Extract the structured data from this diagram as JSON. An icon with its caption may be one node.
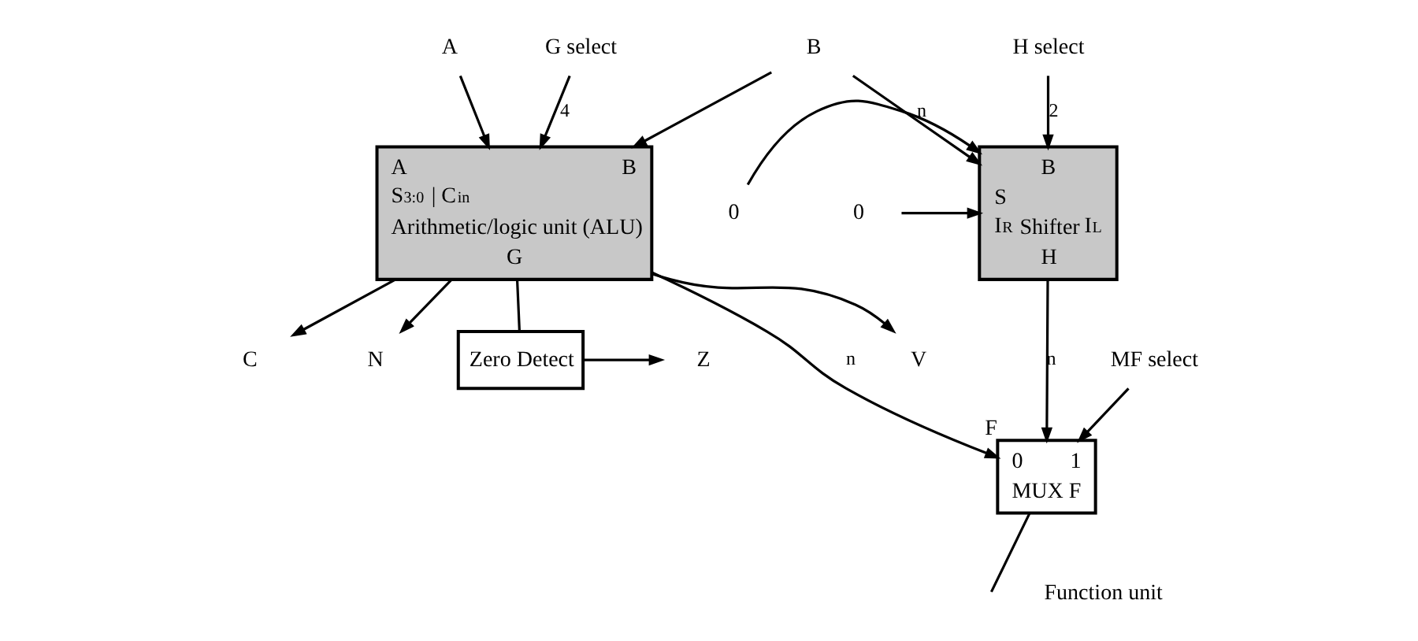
{
  "diagram": {
    "nodes": [
      {
        "text": [
          "A"
        ]
      },
      {
        "text": [
          "B"
        ]
      },
      {
        "text": [
          "G select"
        ]
      },
      {
        "text": [
          "A",
          "B",
          "S$_{3:0}$ | C$_{in}$",
          "Arithmetic/logic unit (ALU)",
          "G"
        ]
      },
      {
        "text": [
          "H select"
        ]
      },
      {
        "text": [
          "0"
        ]
      },
      {
        "text": [
          "B",
          "S",
          "I$_{R}$",
          "Shifter",
          "I$_{L}$",
          "H"
        ]
      },
      {
        "text": [
          "0"
        ]
      },
      {
        "text": [
          "V"
        ]
      },
      {
        "text": [
          "C"
        ]
      },
      {
        "text": [
          "N"
        ]
      },
      {
        "text": [
          "Z"
        ]
      },
      {
        "text": [
          "Zero Detect"
        ]
      },
      {
        "text": [
          "MF select"
        ]
      },
      {
        "text": [
          "0",
          "1",
          "MUX F"
        ],
        "beside": [
          "F"
        ]
      }
    ],
    "edges": [
      {
        "from": 0,
        "to": 3,
        "arrow": "to"
      },
      {
        "from": 1,
        "to": 3,
        "arrow": "to"
      },
      {
        "from": 1,
        "to": 6,
        "arrow": "to",
        "label": "n"
      },
      {
        "from": 2,
        "to": 3,
        "arrow": "to",
        "label": "4"
      },
      {
        "from": 4,
        "to": 6,
        "arrow": "to",
        "label": "2"
      },
      {
        "from": 5,
        "to": 6,
        "arrow": "to"
      },
      {
        "from": 7,
        "to": 6,
        "arrow": "to"
      },
      {
        "from": 3,
        "to": 8,
        "arrow": "to"
      },
      {
        "from": 3,
        "to": 9,
        "arrow": "to"
      },
      {
        "from": 3,
        "to": 10,
        "arrow": "to"
      },
      {
        "from": 3,
        "to": 12,
        "arrow": "none"
      },
      {
        "from": 3,
        "to": 14,
        "arrow": "to",
        "label": "n"
      },
      {
        "from": 12,
        "to": 11,
        "arrow": "to"
      },
      {
        "from": 6,
        "to": 14,
        "arrow": "to",
        "label": "n"
      },
      {
        "from": 13,
        "to": 14,
        "arrow": "to"
      },
      {
        "from": 14,
        "to": null,
        "arrow": "none"
      }
    ],
    "labels": [
      "Function unit"
    ]
  }
}
